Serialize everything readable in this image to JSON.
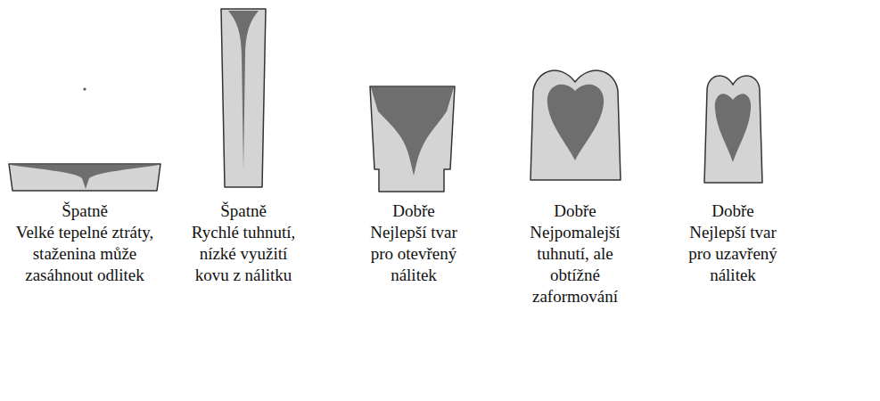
{
  "diagram": {
    "labels": [
      "Špatně",
      "Velké tepelné ztráty, staženina může zasáhnout odlitek",
      "Špatně",
      "Rychlé tuhnutí, nízké využití kovu z nálitku",
      "Dobře",
      "Nejlepší tvar pro otevřený nálitek",
      "Dobře",
      "Nejpomalejší tuhnutí, ale obtížné zaformování",
      "Dobře",
      "Nejlepší tvar pro uzavřený nálitek"
    ]
  }
}
